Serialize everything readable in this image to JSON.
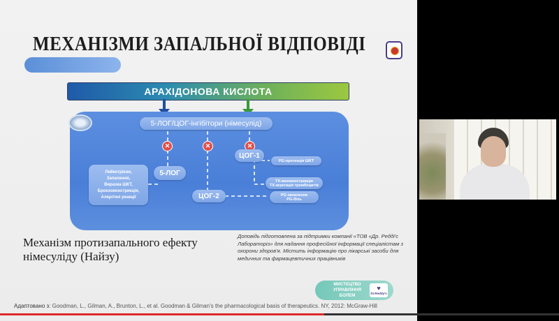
{
  "slide": {
    "title": "МЕХАНІЗМИ ЗАПАЛЬНОЇ ВІДПОВІДІ",
    "acid_label": "АРАХІДОНОВА КИСЛОТА",
    "inhibitors_label": "5-ЛОГ/ЦОГ-інгібітори (німесулід)",
    "leukotrienes_lines": [
      "Лейкотрієни,",
      "Запалення,",
      "Виразка ШКТ,",
      "Бронхоконстрикція,",
      "Алергічні реакції"
    ],
    "node_5log": "5-ЛОГ",
    "node_cox1": "ЦОГ-1",
    "node_cox2": "ЦОГ-2",
    "pg_protection": "PG-протекція ШКТ",
    "tx_lines": [
      "TX-вазоконстрикція",
      "TX-агрегація тромбоцитів"
    ],
    "pg_inflammation_lines": [
      "PG-запалення",
      "PG-біль"
    ],
    "subtitle_line1": "Механізм протизапального ефекту",
    "subtitle_line2": "німесуліду (Найзу)",
    "disclaimer": "Доповідь підготовлена за підтримки компанії «ТОВ «Др. Редді'с Лабораторіз» для надання професійної інформації спеціалістам з охорони здоров'я. Містить інформацію про лікарські засоби для медичних та фармацевтичних працівників",
    "badge_line1": "МИСТЕЦТВО",
    "badge_line2": "УПРАВЛІННЯ БОЛЕМ",
    "badge_logo": "Dr.Reddy's",
    "citation_prefix": "Адаптовано з",
    "citation_text": ": Goodman, L., Gilman, A., Brunton, L., et al. Goodman & Gilman's the pharmacological basis of therapeutics. NY, 2012: McGraw-Hill"
  },
  "playback": {
    "progress": 0.58
  },
  "colors": {
    "accent": "#e02828",
    "diagram": "#4a7fd8",
    "x_mark": "#e0504a"
  },
  "icons": {
    "x_mark": "close-icon",
    "logo": "institution-logo-icon"
  }
}
